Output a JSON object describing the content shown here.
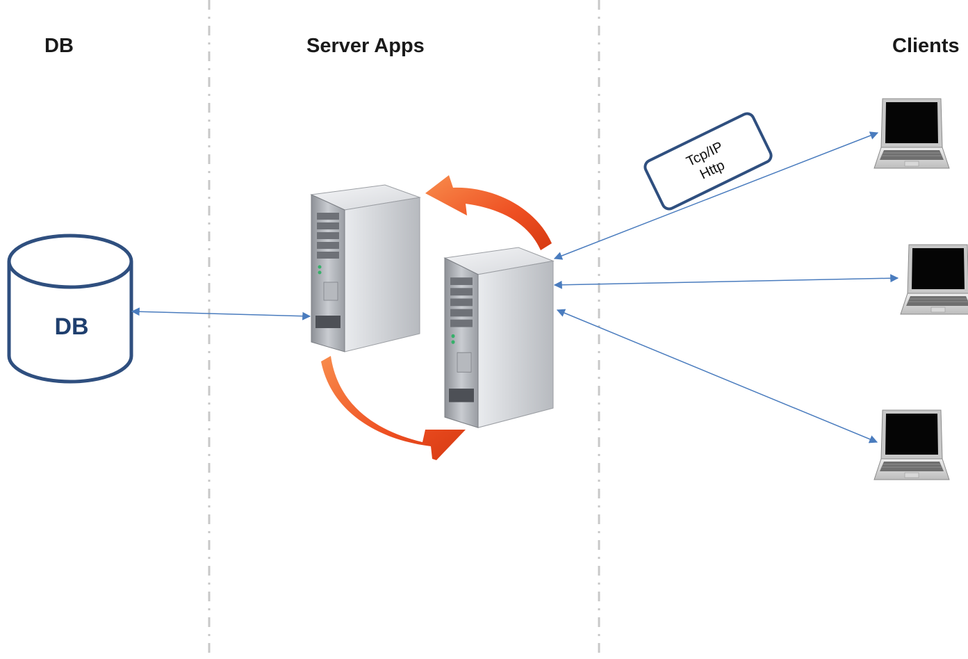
{
  "columns": {
    "db": "DB",
    "server": "Server Apps",
    "clients": "Clients"
  },
  "database": {
    "label": "DB"
  },
  "protocol": {
    "line1": "Tcp/IP",
    "line2": "Http"
  },
  "colors": {
    "arrow": "#4a7cbe",
    "db_stroke": "#2f4f7f",
    "db_label": "#1f3f6e",
    "sync_arrow": "#f0562a",
    "divider": "#c8c8c8"
  },
  "icons": {
    "server_left": "server-tower-icon",
    "server_right": "server-tower-icon",
    "sync": "sync-arrows-icon",
    "client": "laptop-icon"
  }
}
